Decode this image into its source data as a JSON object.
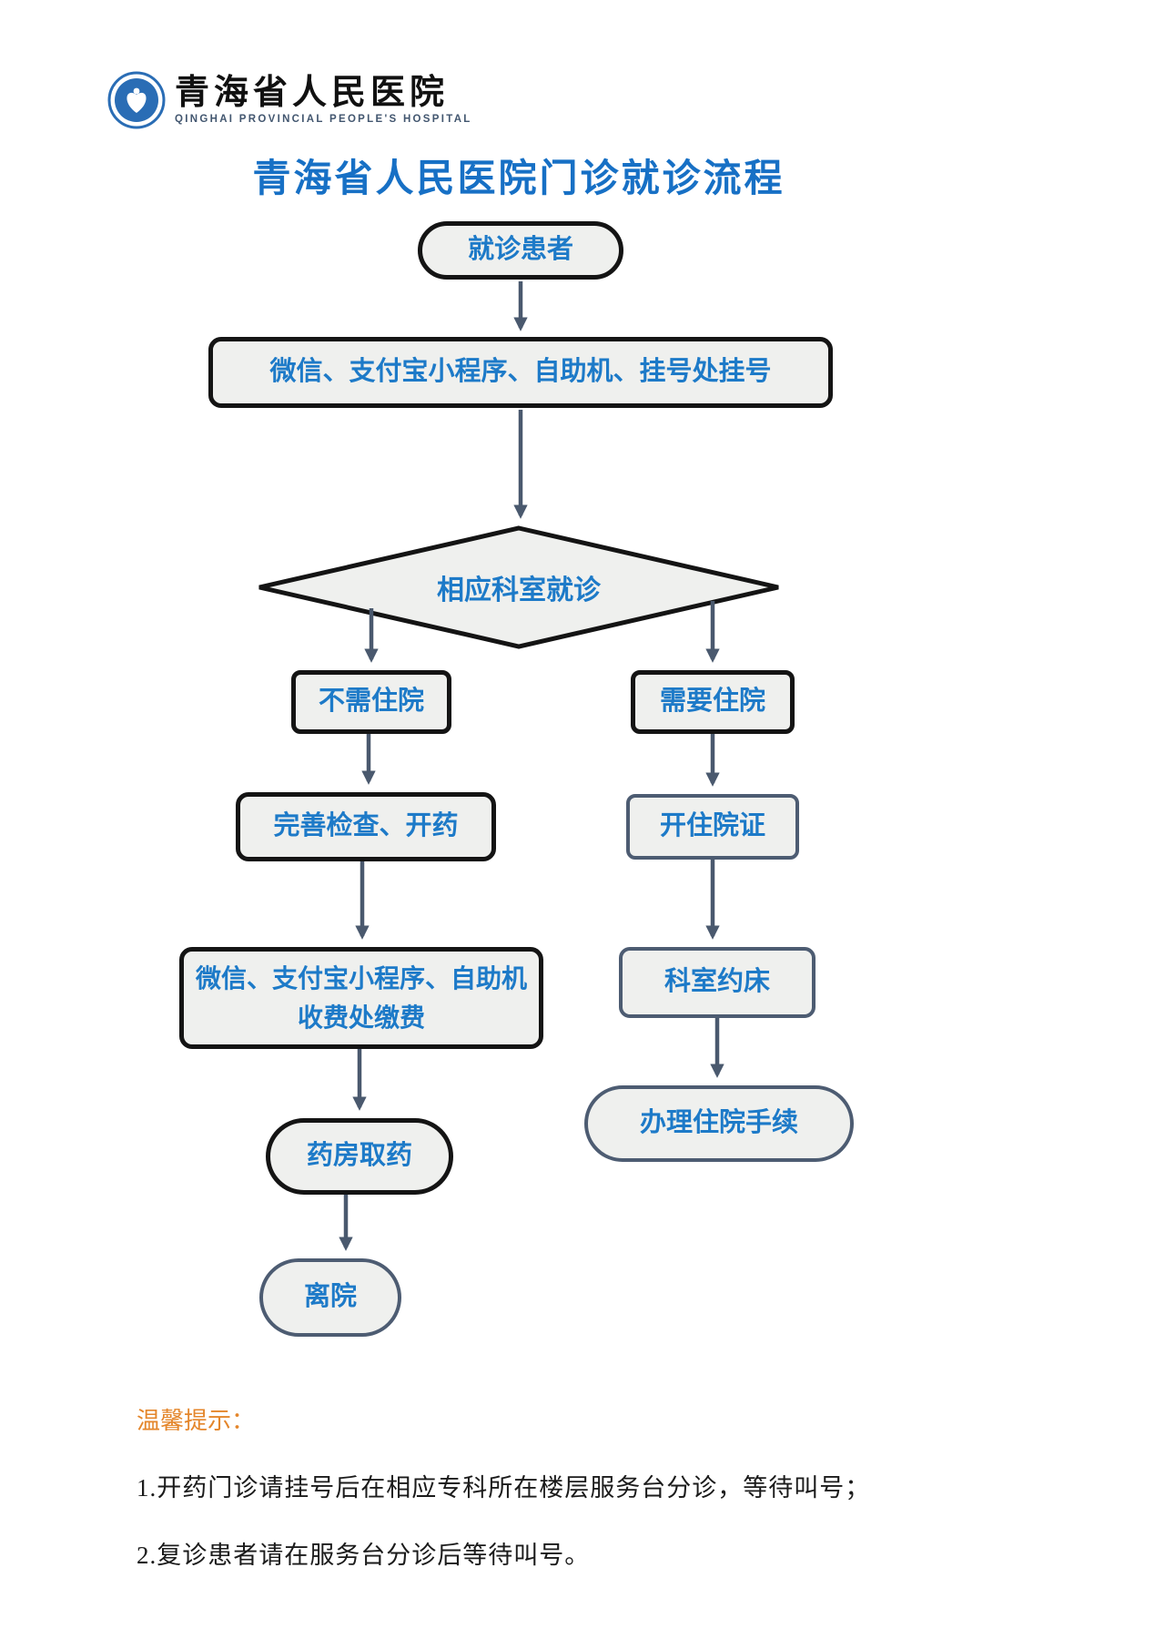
{
  "header": {
    "logo": {
      "hospital_name_cn": "青海省人民医院",
      "hospital_name_en": "QINGHAI PROVINCIAL PEOPLE'S HOSPITAL"
    },
    "title": "青海省人民医院门诊就诊流程"
  },
  "colors": {
    "title_blue": "#1770c5",
    "node_text_blue": "#1d7ac8",
    "node_fill_gray": "#eff0ee",
    "border_black": "#141414",
    "border_slate": "#4d5c72",
    "arrow_slate": "#4a596e",
    "tips_orange": "#e4862b",
    "logo_blue": "#2a6db5"
  },
  "flowchart": {
    "start": {
      "label": "就诊患者"
    },
    "register": {
      "label": "微信、支付宝小程序、自助机、挂号处挂号"
    },
    "decision": {
      "label": "相应科室就诊"
    },
    "no_admission": {
      "label": "不需住院"
    },
    "need_admission": {
      "label": "需要住院"
    },
    "tests_meds": {
      "label": "完善检查、开药"
    },
    "pay": {
      "line1": "微信、支付宝小程序、自助机",
      "line2": "收费处缴费"
    },
    "admission_cert": {
      "label": "开住院证"
    },
    "book_bed": {
      "label": "科室约床"
    },
    "pharmacy": {
      "label": "药房取药"
    },
    "admission_procedure": {
      "label": "办理住院手续"
    },
    "leave": {
      "label": "离院"
    }
  },
  "footer": {
    "tips_title": "温馨提示：",
    "tips": [
      "1.开药门诊请挂号后在相应专科所在楼层服务台分诊，等待叫号；",
      "2.复诊患者请在服务台分诊后等待叫号。"
    ]
  }
}
